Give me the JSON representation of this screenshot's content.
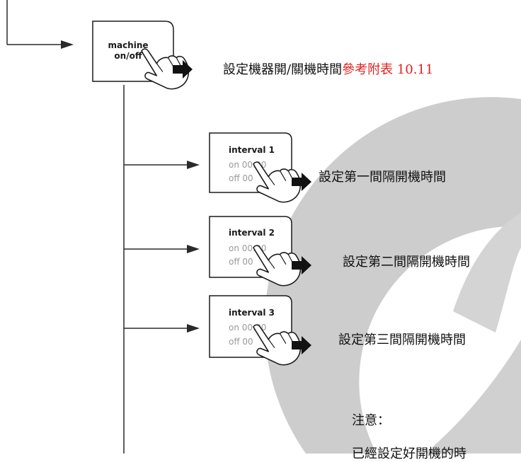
{
  "colors": {
    "watermark": "#cdcdcd",
    "line": "#2a2a2a",
    "reference_text": "#e02020",
    "button_text": "#1a1a1a",
    "button_text_faded": "#9a9a9a"
  },
  "machine_button": {
    "line1": "machine",
    "line2": "on/off"
  },
  "intervals": [
    {
      "title": "interval 1",
      "on": "on 00:00",
      "off": "off 00"
    },
    {
      "title": "interval 2",
      "on": "on 00:00",
      "off": "off 00"
    },
    {
      "title": "interval 3",
      "on": "on 00:00",
      "off": "off 00"
    }
  ],
  "descriptions": {
    "machine_main": "設定機器開/關機時間",
    "machine_ref": "參考附表 10.11",
    "interval_1": "設定第一間隔開機時間",
    "interval_2": "設定第二間隔開機時間",
    "interval_3": "設定第三間隔開機時間"
  },
  "notes": {
    "heading": "注意：",
    "line1": "已經設定好開機的時"
  },
  "icons": [
    "hand-pointer-icon",
    "arrow-right-icon",
    "watermark-logo"
  ]
}
